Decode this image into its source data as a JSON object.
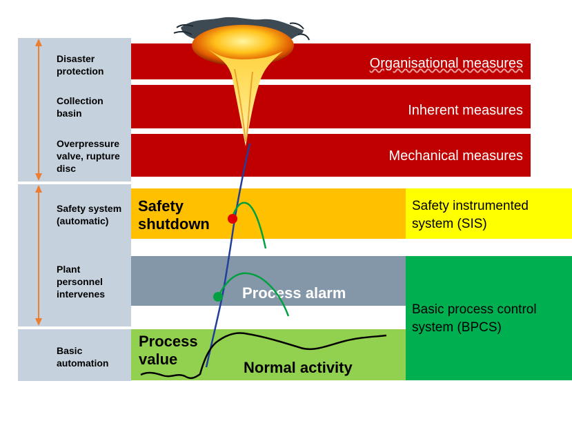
{
  "layers": [
    {
      "side": "Disaster\nprotection",
      "band": "Organisational measures"
    },
    {
      "side": "Collection\nbasin",
      "band": "Inherent measures"
    },
    {
      "side": "Overpressure\nvalve, rupture\ndisc",
      "band": "Mechanical measures"
    },
    {
      "side": "Safety system\n(automatic)",
      "band": "Safety\nshutdown"
    },
    {
      "side": "Plant\npersonnel\nintervenes",
      "band": "Process alarm"
    },
    {
      "side": "Basic\nautomation",
      "band": "Normal activity",
      "band2": "Process\nvalue"
    }
  ],
  "systems": {
    "sis": "Safety instrumented\nsystem (SIS)",
    "bpcs": "Basic process control\nsystem (BPCS)"
  },
  "colors": {
    "sidebar": "#c5d1dc",
    "red": "#c00000",
    "orange": "#ffc000",
    "yellow": "#ffff00",
    "slate": "#8497a8",
    "light_green": "#92d050",
    "green": "#00b050",
    "arrow": "#ed7d31",
    "process_line": "#1f3f99",
    "trip_point": "#e00000",
    "alarm_point": "#00a040"
  }
}
